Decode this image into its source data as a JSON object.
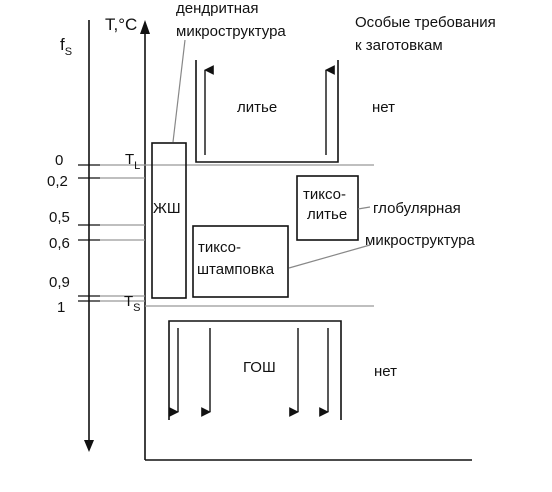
{
  "axes": {
    "fs_label": "f",
    "fs_sub": "S",
    "temp_label": "T,°C",
    "tl_label": "T",
    "tl_sub": "L",
    "ts_label": "T",
    "ts_sub": "S"
  },
  "fs_ticks": [
    "0",
    "0,2",
    "0,5",
    "0,6",
    "0,9",
    "1"
  ],
  "labels": {
    "dendritic": [
      "дендритная",
      "микроструктура"
    ],
    "requirements": [
      "Особые требования",
      "к заготовкам"
    ],
    "casting": "литье",
    "none_top": "нет",
    "zhsh": "ЖШ",
    "thixocasting": [
      "тиксо-",
      "литье"
    ],
    "globular": [
      "глобулярная",
      "микроструктура"
    ],
    "thixoforming": [
      "тиксо-",
      "штамповка"
    ],
    "gosh": "ГОШ",
    "none_bottom": "нет"
  }
}
